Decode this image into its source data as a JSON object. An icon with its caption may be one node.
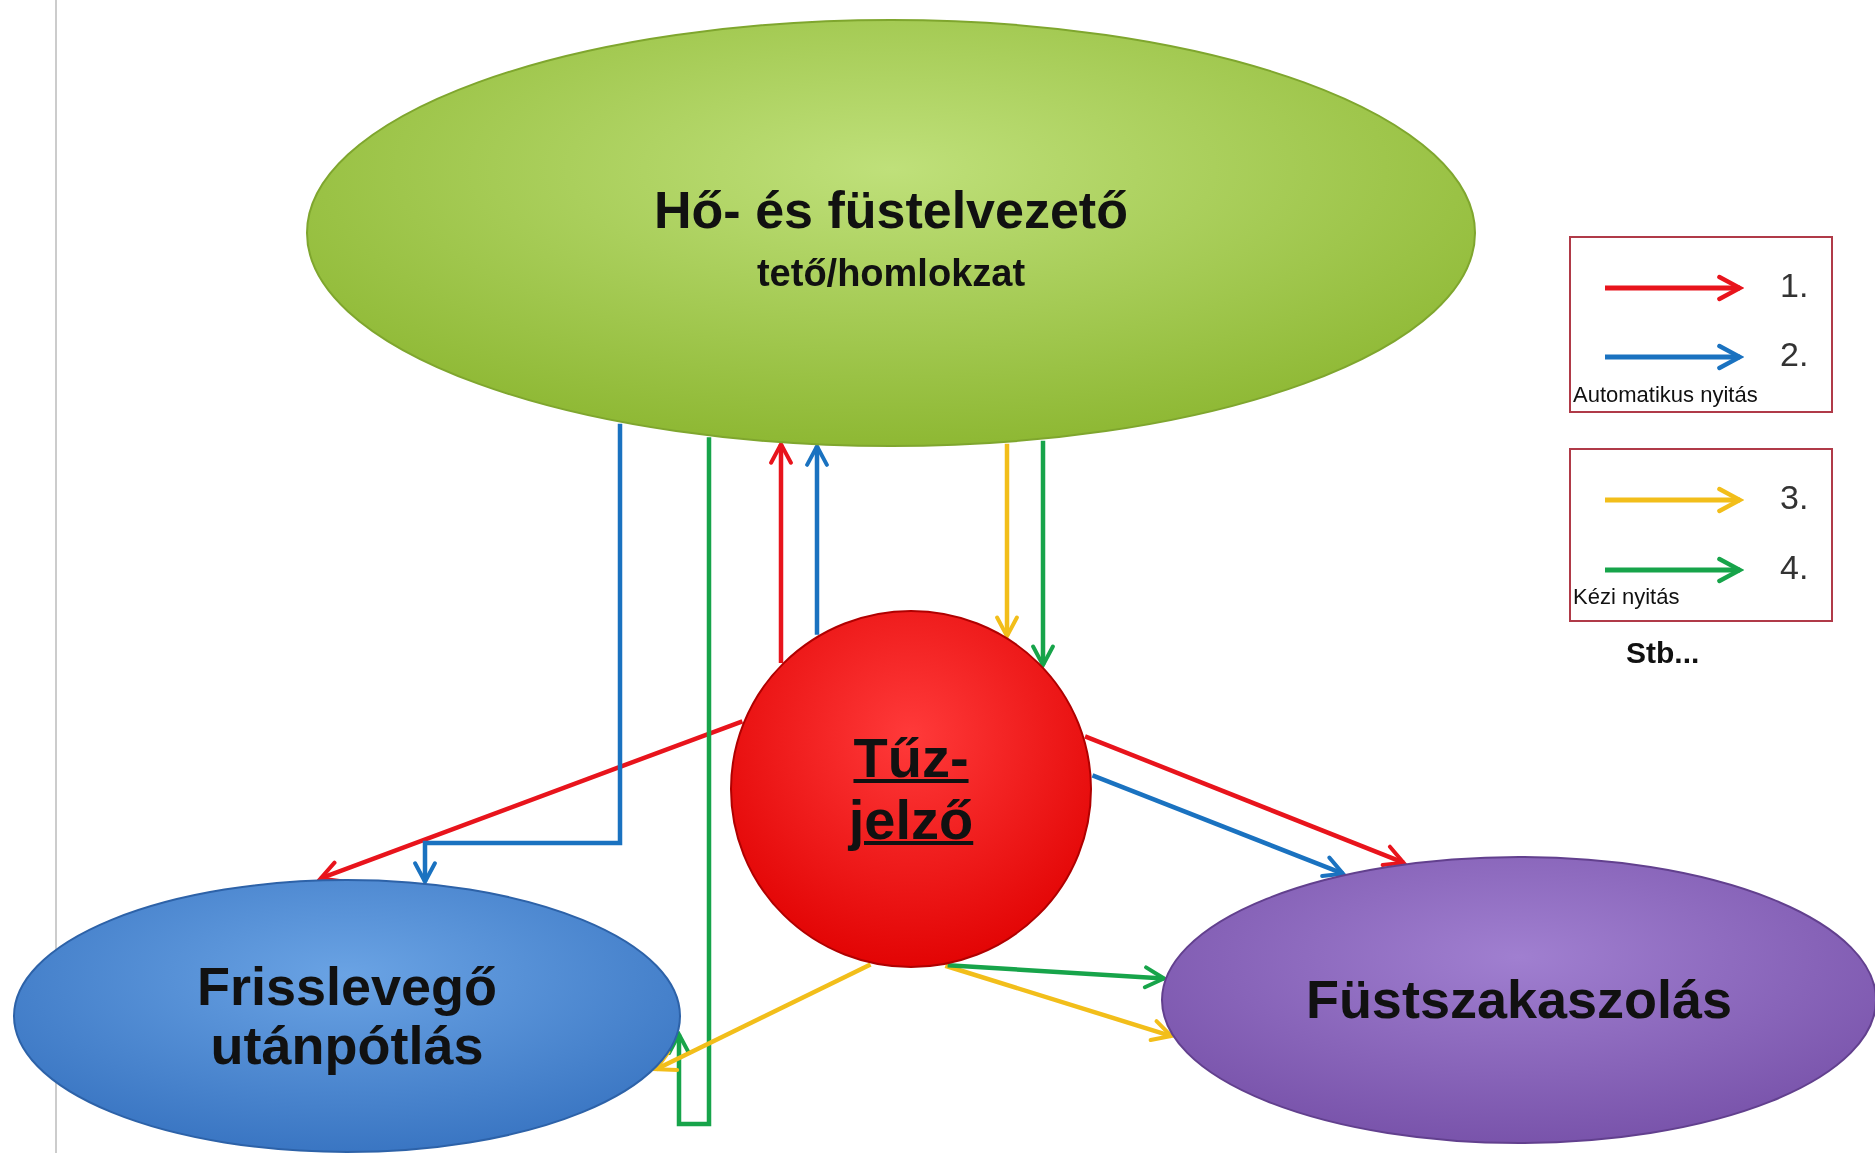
{
  "diagram": {
    "nodes": [
      {
        "text": [
          "Hő- és füstelvezető",
          "tető/homlokzat"
        ]
      },
      {
        "text": [
          "Tűz- jelző"
        ]
      },
      {
        "text": [
          "Frisslevegő utánpótlás"
        ]
      },
      {
        "text": [
          "Füstszakaszolás"
        ]
      }
    ],
    "edges": [
      {
        "from": 1,
        "to": 0,
        "arrow": "to",
        "color": "#e8141c"
      },
      {
        "from": 1,
        "to": 0,
        "arrow": "to",
        "color": "#1a72c0"
      },
      {
        "from": 0,
        "to": 1,
        "arrow": "to",
        "color": "#f2be1a"
      },
      {
        "from": 0,
        "to": 1,
        "arrow": "to",
        "color": "#17a44a"
      },
      {
        "from": 1,
        "to": 2,
        "arrow": "to",
        "color": "#e8141c"
      },
      {
        "from": 0,
        "to": 2,
        "arrow": "to",
        "color": "#1a72c0"
      },
      {
        "from": 0,
        "to": 2,
        "arrow": "to",
        "color": "#17a44a"
      },
      {
        "from": 1,
        "to": 3,
        "arrow": "to",
        "color": "#e8141c"
      },
      {
        "from": 1,
        "to": 3,
        "arrow": "to",
        "color": "#1a72c0"
      },
      {
        "from": 1,
        "to": 2,
        "arrow": "to",
        "color": "#f2be1a"
      },
      {
        "from": 1,
        "to": 3,
        "arrow": "to",
        "color": "#f2be1a"
      },
      {
        "from": 1,
        "to": 3,
        "arrow": "to",
        "color": "#17a44a"
      }
    ],
    "labels": [
      "Automatikus nyitás",
      "Kézi nyitás",
      "Stb..."
    ],
    "legend": [
      {
        "text": "1."
      },
      {
        "text": "2."
      },
      {
        "text": "3."
      },
      {
        "text": "4."
      }
    ]
  }
}
